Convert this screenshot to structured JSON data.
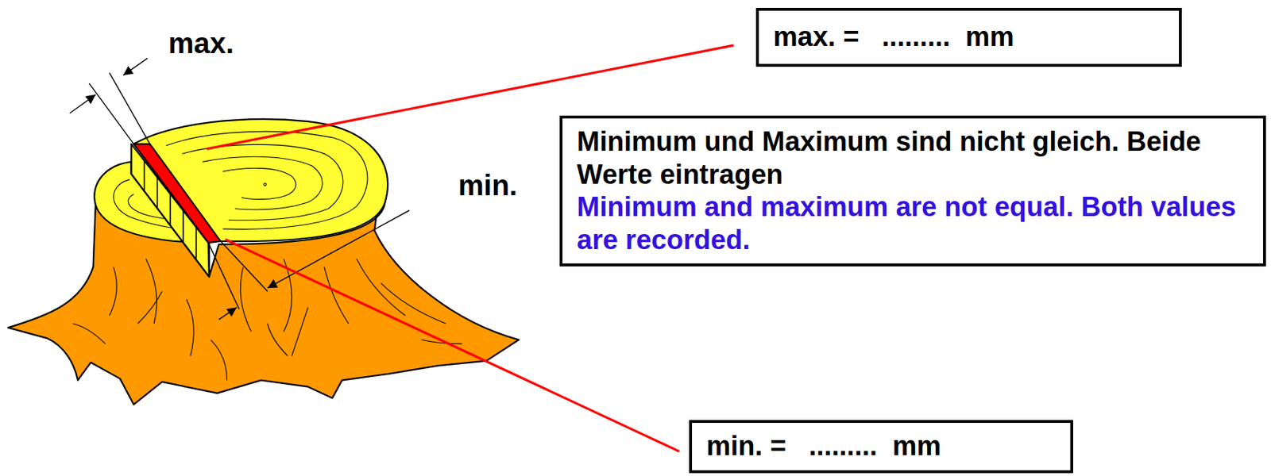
{
  "diagram": {
    "nodes": [
      {
        "text": [
          "max. =   .........  mm"
        ]
      },
      {
        "text": [
          "Minimum und Maximum sind nicht gleich. Beide Werte eintragen",
          "Minimum and maximum are not equal. Both values are recorded."
        ]
      },
      {
        "text": [
          "min. =   .........  mm"
        ]
      }
    ],
    "labels": [
      "max.",
      "min."
    ]
  }
}
